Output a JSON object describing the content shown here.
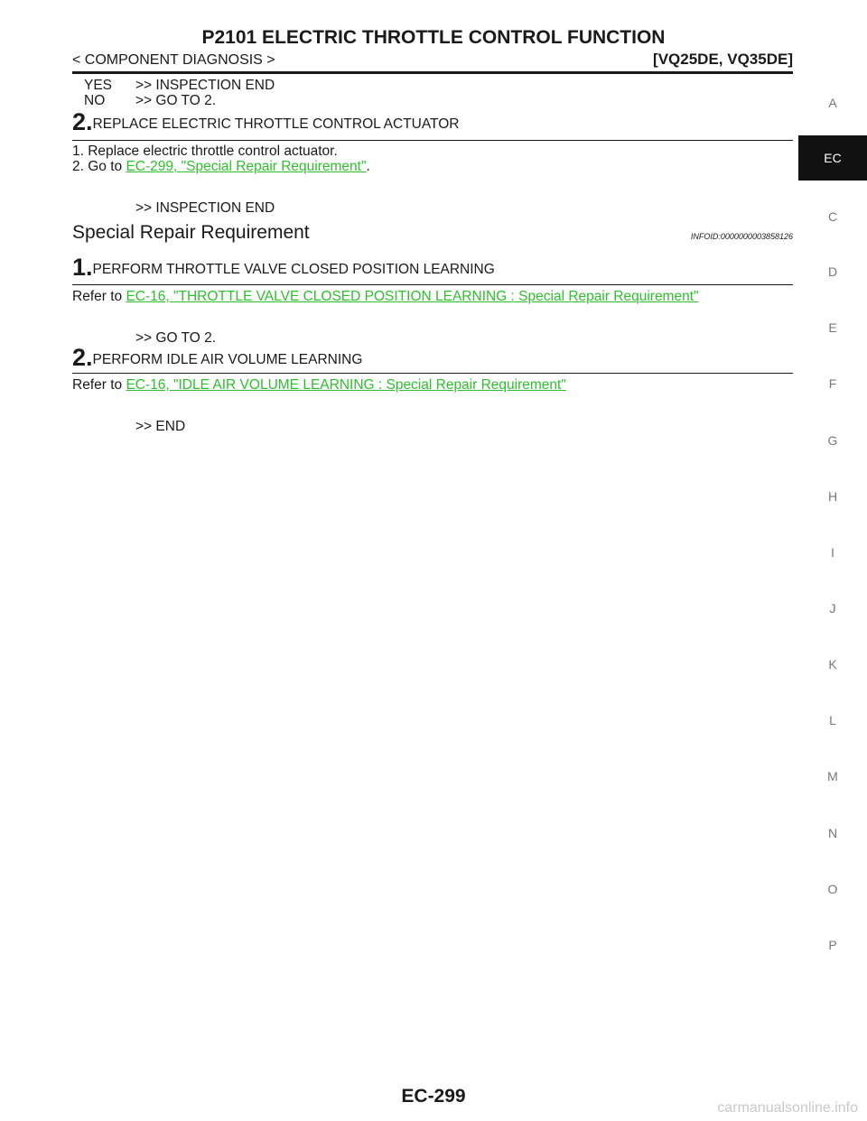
{
  "header": {
    "title": "P2101 ELECTRIC THROTTLE CONTROL FUNCTION",
    "section": "< COMPONENT DIAGNOSIS >",
    "model": "[VQ25DE, VQ35DE]"
  },
  "answers": [
    {
      "key": "YES",
      "value": ">> INSPECTION END"
    },
    {
      "key": "NO",
      "value": ">> GO TO 2."
    }
  ],
  "step_replace": {
    "number": "2.",
    "title": "REPLACE ELECTRIC THROTTLE CONTROL ACTUATOR",
    "item1": "1. Replace electric throttle control actuator.",
    "item2_prefix": "2. Go to ",
    "item2_link": "EC-299, \"Special Repair Requirement\"",
    "item2_suffix": ".",
    "result": ">> INSPECTION END"
  },
  "section2": {
    "title": "Special Repair Requirement",
    "info_id": "INFOID:0000000003858126"
  },
  "step_throttle": {
    "number": "1.",
    "title": "PERFORM THROTTLE VALVE CLOSED POSITION LEARNING",
    "refer_prefix": "Refer to ",
    "link": "EC-16, \"THROTTLE VALVE CLOSED POSITION LEARNING : Special Repair Requirement\"",
    "result": ">> GO TO 2."
  },
  "step_idle": {
    "number": "2.",
    "title": "PERFORM IDLE AIR VOLUME LEARNING",
    "refer_prefix": "Refer to ",
    "link": "EC-16, \"IDLE AIR VOLUME LEARNING : Special Repair Requirement\"",
    "result": ">> END"
  },
  "tabs": [
    "A",
    "EC",
    "C",
    "D",
    "E",
    "F",
    "G",
    "H",
    "I",
    "J",
    "K",
    "L",
    "M",
    "N",
    "O",
    "P"
  ],
  "active_tab": "EC",
  "footer": {
    "page": "EC-299",
    "watermark": "carmanualsonline.info"
  },
  "colors": {
    "link": "#2ec02e",
    "active_tab_bg": "#111111",
    "inactive_tab_text": "#777777"
  }
}
